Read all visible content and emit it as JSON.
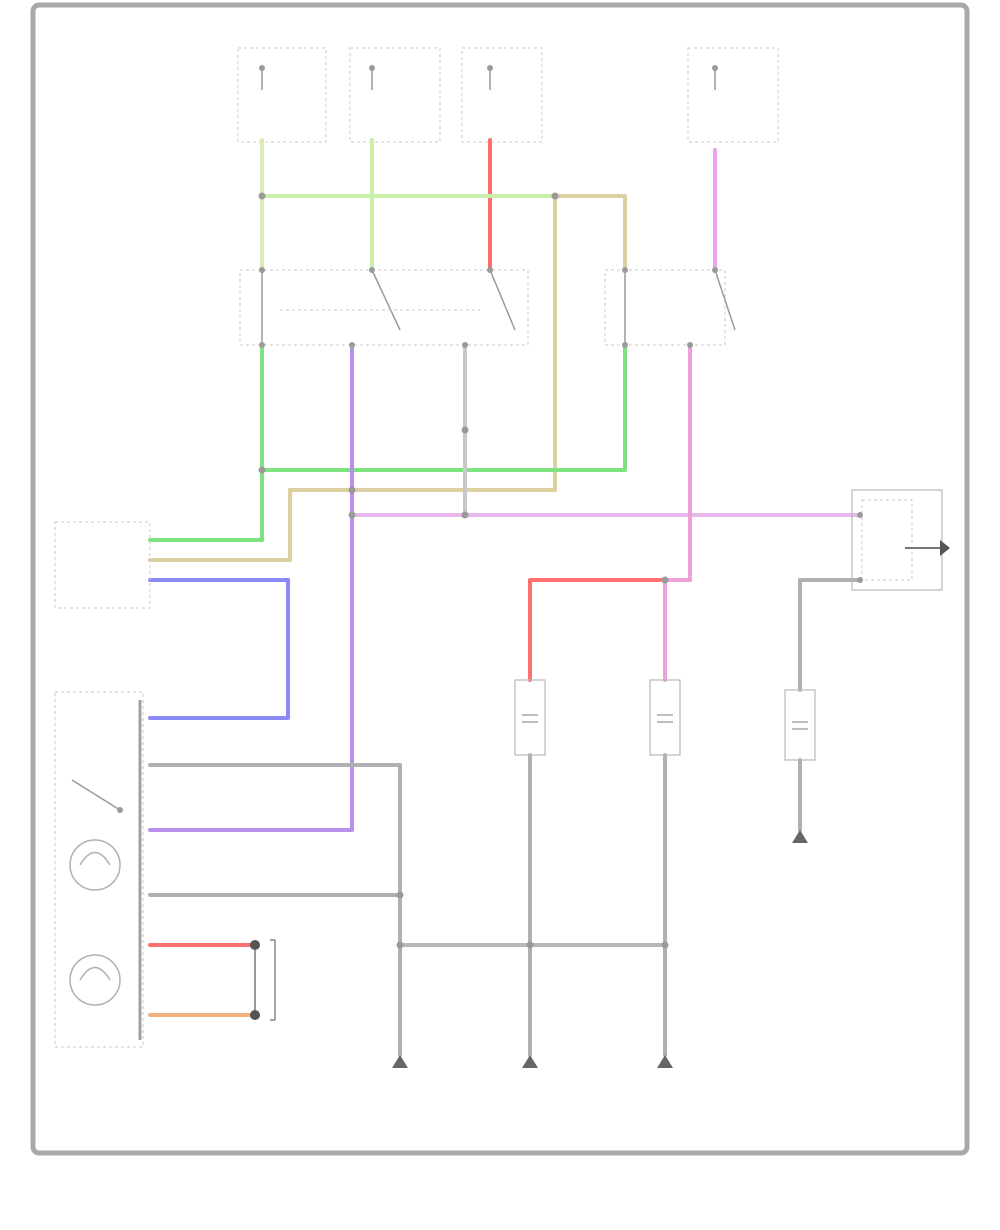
{
  "figure_id": "",
  "fuses": [
    {
      "id": "fuse-a",
      "title": "",
      "lines": [
        "",
        "",
        "",
        ""
      ]
    },
    {
      "id": "fuse-b",
      "title": "",
      "lines": [
        "",
        ""
      ]
    },
    {
      "id": "fuse-c",
      "title": "",
      "lines": [
        "",
        "",
        "",
        "",
        "",
        ""
      ]
    },
    {
      "id": "fuse-d",
      "title": "",
      "lines": [
        "",
        "",
        "",
        ""
      ]
    }
  ],
  "components": {
    "rear_defogger_relay": {
      "lines": [
        "",
        "",
        "",
        ""
      ]
    },
    "door_mirror_defogger_relay": {
      "lines": [
        "",
        "",
        "",
        ""
      ]
    },
    "hvac_control": {
      "lines": [
        "",
        "",
        "",
        ""
      ],
      "pins": [
        "",
        "",
        ""
      ]
    },
    "condenser": {
      "label": ""
    },
    "left_mirror_defogger": {
      "lines": [
        "",
        "",
        ""
      ]
    },
    "right_mirror_defogger": {
      "lines": [
        "",
        "",
        ""
      ]
    },
    "rear_window_defogger": {
      "lines": [
        "",
        "",
        ""
      ]
    },
    "rear_defogger_switch": {
      "lines": [
        "",
        "",
        ""
      ]
    },
    "antenna": {
      "lines": [
        "",
        "",
        ""
      ]
    }
  },
  "grounds": [
    {
      "id": "ground-1",
      "lines": [
        "",
        ""
      ]
    },
    {
      "id": "ground-2",
      "lines": [
        "",
        ""
      ]
    },
    {
      "id": "ground-3",
      "lines": [
        "",
        ""
      ]
    },
    {
      "id": "ground-4",
      "lines": [
        "",
        ""
      ]
    }
  ],
  "colors": {
    "frame": "#aaaaaa",
    "light_green": "#c8f0a8",
    "green": "#7ee37e",
    "tan": "#dcd0a0",
    "red": "#ff6e6e",
    "pink": "#f0a0d8",
    "magenta": "#f0a0f0",
    "violet": "#b890e8",
    "blue": "#8a8af5",
    "gray": "#a8a8a8",
    "orange": "#f0b080",
    "label": "#777777"
  }
}
